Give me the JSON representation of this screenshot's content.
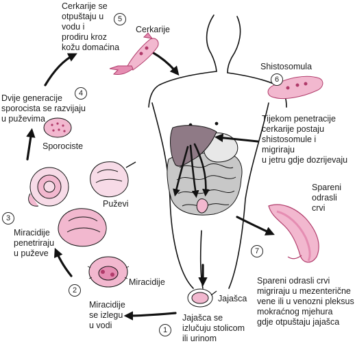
{
  "colors": {
    "pink": "#f2b8cf",
    "pink_dark": "#b03b6a",
    "pink_mid": "#e58db2",
    "liver": "#8f7a86",
    "gut": "#c8c8c8",
    "line": "#111111"
  },
  "steps": [
    "1",
    "2",
    "3",
    "4",
    "5",
    "6",
    "7"
  ],
  "labels": {
    "cerkarije_desc": "Cerkarije se\notpuštaju u\nvodu i\nprodiru kroz\nkožu domaćina",
    "cerkarije": "Cerkarije",
    "shistosomula": "Shistosomula",
    "generacije": "Dvije generacije\nsporocista se razvijaju\nu puževima",
    "sporociste": "Sporociste",
    "penetracija": "Tijekom penetracije\ncerkarije postaju\nshistosomule i\nmigriraju\nu jetru gdje dozrijevaju",
    "puzevi": "Puževi",
    "spareni_odrasli": "Spareni\nodrasli\ncrvi",
    "miracidije_penetriraju": "Miracidije\npenetriraju\nu puževe",
    "miracidije": "Miracidije",
    "miracidije_izlegu": "Miracidije\nse izlegu\nu vodi",
    "jajasca": "Jajašca",
    "jajasca_izlucuju": "Jajašca se\nizlučuju stolicom\nili urinom",
    "spareni_desc": "Spareni odrasli crvi\nmigriraju u mezenterične\nvene ili u venozni pleksus\nmokraćnog mjehura\ngdje otpuštaju jajašca"
  }
}
